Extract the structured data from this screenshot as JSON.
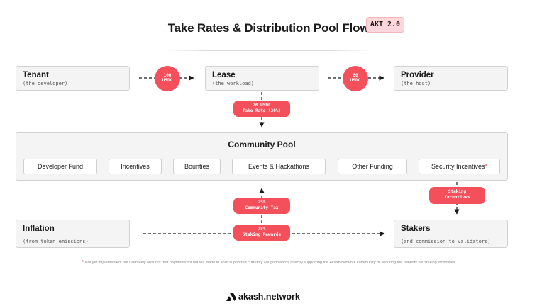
{
  "title": "Take Rates & Distribution Pool Flow",
  "badge": "AKT 2.0",
  "tenant": {
    "title": "Tenant",
    "subtitle": "(the developer)"
  },
  "lease": {
    "title": "Lease",
    "subtitle": "(the workload)"
  },
  "provider": {
    "title": "Provider",
    "subtitle": "(the host)"
  },
  "tenant_to_lease": {
    "amount": "100",
    "unit": "USDC"
  },
  "lease_to_provider": {
    "amount": "80",
    "unit": "USDC"
  },
  "take_rate": {
    "line1": "20 USDC",
    "line2": "Take Rate (20%)"
  },
  "community_pool": {
    "title": "Community Pool",
    "items": [
      {
        "label": "Developer Fund"
      },
      {
        "label": "Incentives"
      },
      {
        "label": "Bounties"
      },
      {
        "label": "Events & Hackathons"
      },
      {
        "label": "Other Funding"
      },
      {
        "label": "Security Incentives",
        "marker": "*"
      }
    ]
  },
  "staking_incentives": {
    "line1": "Staking",
    "line2": "Incentives"
  },
  "community_tax": {
    "line1": "25%",
    "line2": "Community Tax"
  },
  "staking_rewards": {
    "line1": "75%",
    "line2": "Staking Rewards"
  },
  "inflation": {
    "title": "Inflation",
    "subtitle": "(from token emissions)"
  },
  "stakers": {
    "title": "Stakers",
    "subtitle": "(and commission to validators)"
  },
  "footnote": {
    "marker": "*",
    "text": "Not yet implemented, but ultimately ensures that payments for leases made in ANY supported currency will go towards directly supporting the Akash Network community or securing the network via staking incentives"
  },
  "brand": "akash.network",
  "colors": {
    "accent": "#f4505c",
    "badge_bg": "#ffd6d9",
    "box_bg": "#f4f4f4"
  }
}
